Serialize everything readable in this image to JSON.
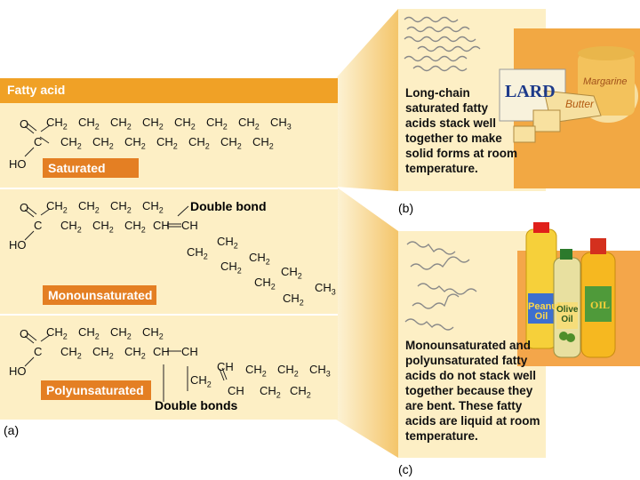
{
  "header": {
    "title": "Fatty acid"
  },
  "panel_a": {
    "label": "(a)",
    "saturated": {
      "tag": "Saturated",
      "top_groups": [
        "CH2",
        "CH2",
        "CH2",
        "CH2",
        "CH2",
        "CH2",
        "CH2",
        "CH3"
      ],
      "bottom_groups": [
        "CH2",
        "CH2",
        "CH2",
        "CH2",
        "CH2",
        "CH2",
        "CH2"
      ]
    },
    "monounsaturated": {
      "tag": "Monounsaturated",
      "callout": "Double bond"
    },
    "polyunsaturated": {
      "tag": "Polyunsaturated",
      "callout": "Double bonds"
    },
    "atoms": {
      "o": "O",
      "c": "C",
      "ho": "HO",
      "ch": "CH",
      "ch2": "CH",
      "ch3": "CH",
      "sub2": "2",
      "sub3": "3"
    }
  },
  "panel_b": {
    "label": "(b)",
    "text": [
      "Long-chain",
      "saturated fatty",
      "acids stack well",
      "together to make",
      "solid forms at room",
      "temperature."
    ],
    "products": {
      "lard": "LARD",
      "butter": "Butter",
      "margarine": "Margarine"
    }
  },
  "panel_c": {
    "label": "(c)",
    "text": [
      "Monounsaturated and",
      "polyunsaturated fatty",
      "acids do not stack well",
      "together because they",
      "are bent. These fatty",
      "acids are liquid at room",
      "temperature."
    ],
    "products": {
      "peanut": "Peanut",
      "peanut2": "Oil",
      "olive": "Olive",
      "olive2": "Oil",
      "oil": "OIL"
    }
  },
  "colors": {
    "header_orange": "#f0a126",
    "tag_orange": "#e47f23",
    "panel_cream": "#fdefc5",
    "fan_light": "#fbe2a8",
    "fan_dark": "#f3c568"
  }
}
